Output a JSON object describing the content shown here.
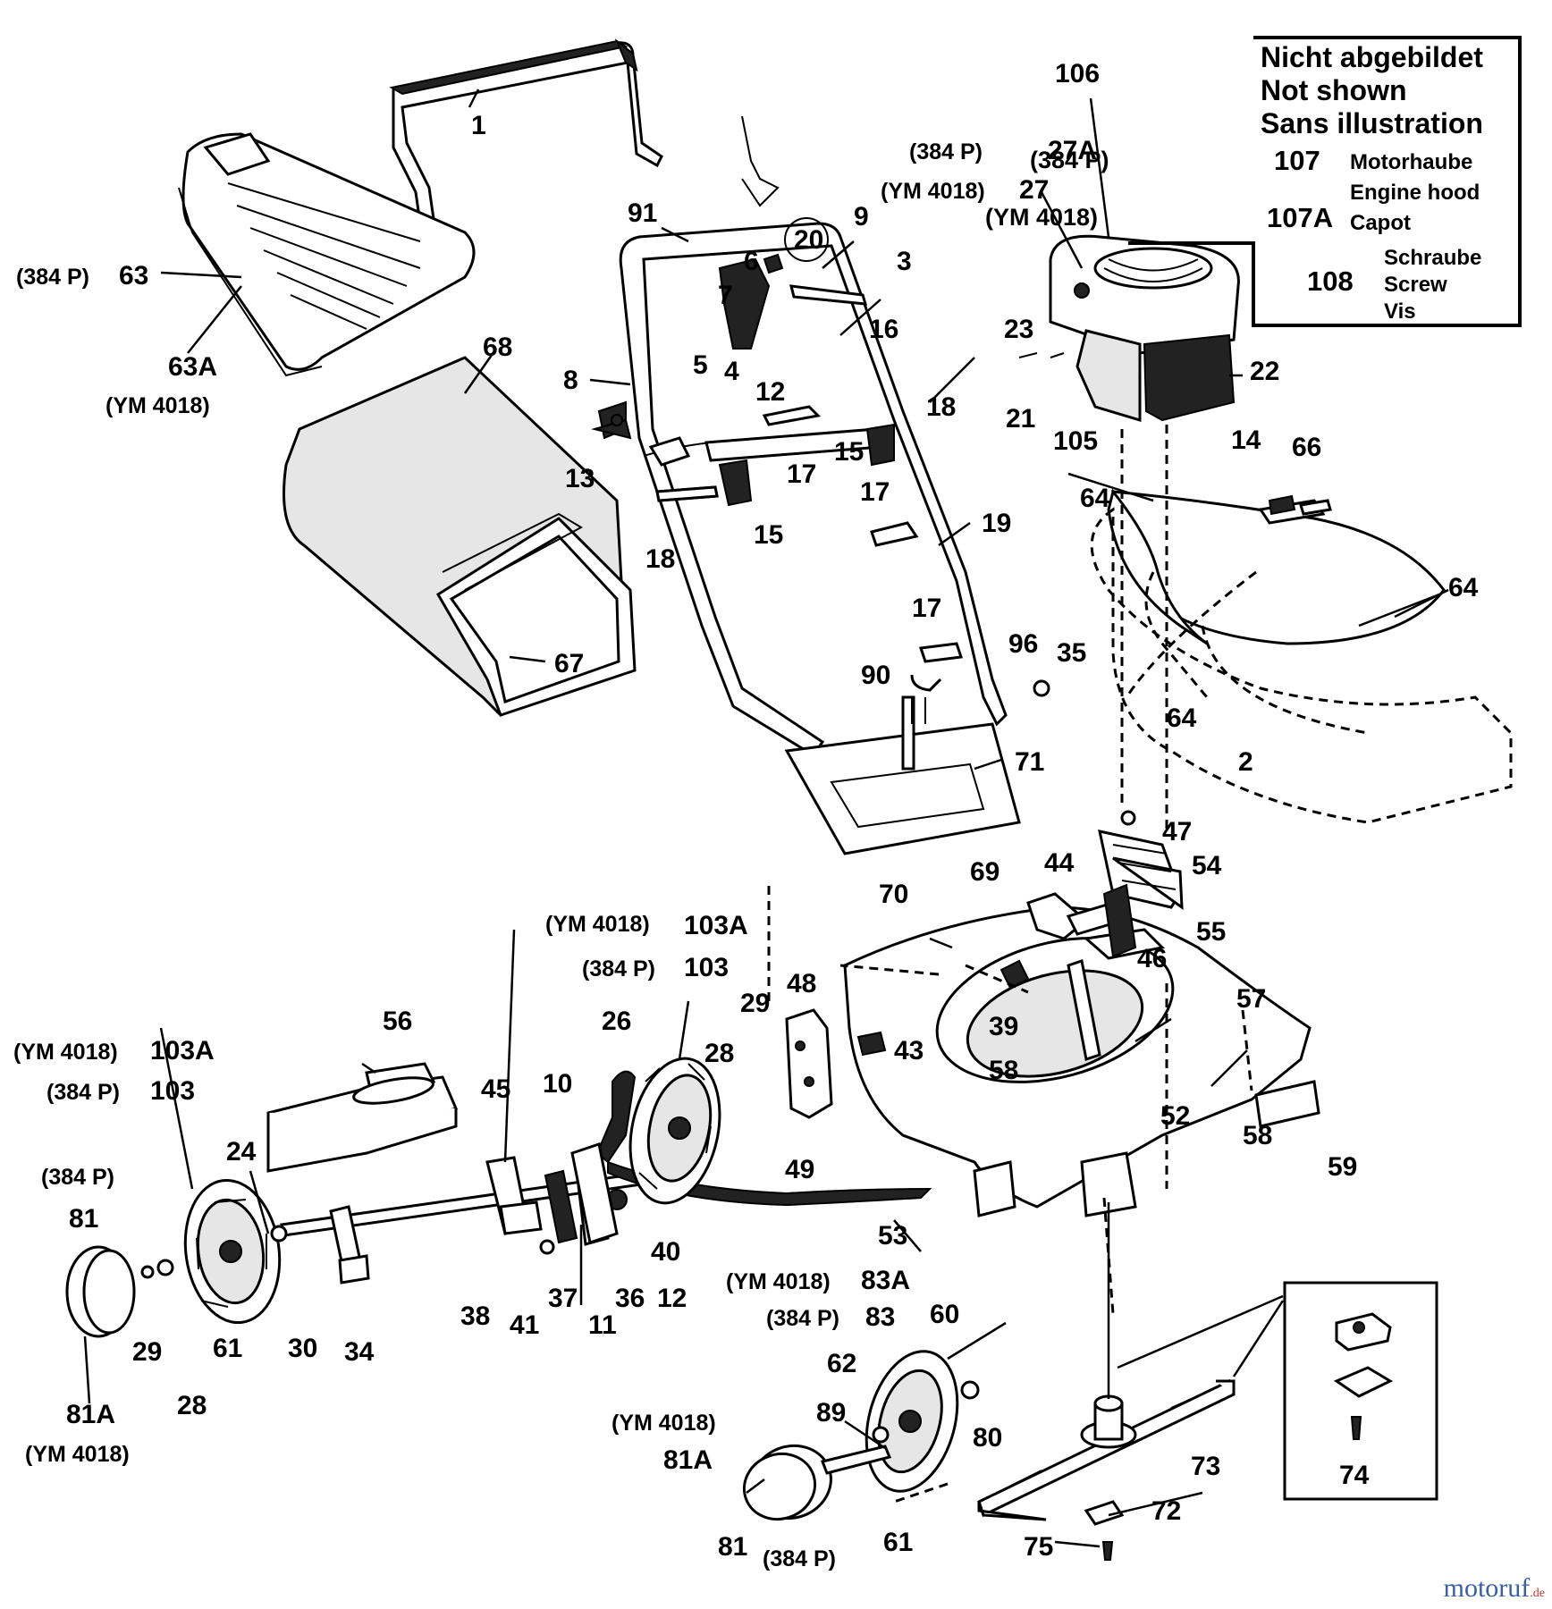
{
  "legend": {
    "heading": [
      "Nicht abgebildet",
      "Not shown",
      "Sans illustration"
    ],
    "rows": [
      {
        "model": "(384 P)",
        "number": "107",
        "desc": [
          "Motorhaube",
          "Engine hood"
        ]
      },
      {
        "model": "(YM 4018)",
        "number": "107A",
        "desc": [
          "Capot"
        ]
      },
      {
        "model": "",
        "number": "108",
        "desc": [
          "Schraube",
          "Screw",
          "Vis"
        ]
      }
    ]
  },
  "parts": [
    {
      "id": "p1",
      "text": "1"
    },
    {
      "id": "p63m",
      "text": "(384 P)"
    },
    {
      "id": "p63",
      "text": "63"
    },
    {
      "id": "p63a",
      "text": "63A"
    },
    {
      "id": "p63am",
      "text": "(YM 4018)"
    },
    {
      "id": "p68",
      "text": "68"
    },
    {
      "id": "p67",
      "text": "67"
    },
    {
      "id": "p91",
      "text": "91"
    },
    {
      "id": "p20",
      "text": "20"
    },
    {
      "id": "p9",
      "text": "9"
    },
    {
      "id": "p6",
      "text": "6"
    },
    {
      "id": "p3",
      "text": "3"
    },
    {
      "id": "p7",
      "text": "7"
    },
    {
      "id": "p16",
      "text": "16"
    },
    {
      "id": "p8",
      "text": "8"
    },
    {
      "id": "p5",
      "text": "5"
    },
    {
      "id": "p4",
      "text": "4"
    },
    {
      "id": "p12a",
      "text": "12"
    },
    {
      "id": "p18a",
      "text": "18"
    },
    {
      "id": "p13",
      "text": "13"
    },
    {
      "id": "p15a",
      "text": "15"
    },
    {
      "id": "p17a",
      "text": "17"
    },
    {
      "id": "p15b",
      "text": "15"
    },
    {
      "id": "p18b",
      "text": "18"
    },
    {
      "id": "p17b",
      "text": "17"
    },
    {
      "id": "p19",
      "text": "19"
    },
    {
      "id": "p17c",
      "text": "17"
    },
    {
      "id": "p96",
      "text": "96"
    },
    {
      "id": "p35",
      "text": "35"
    },
    {
      "id": "p90",
      "text": "90"
    },
    {
      "id": "p71",
      "text": "71"
    },
    {
      "id": "p69",
      "text": "69"
    },
    {
      "id": "p70",
      "text": "70"
    },
    {
      "id": "p106",
      "text": "106"
    },
    {
      "id": "p27am",
      "text": "(384 P)"
    },
    {
      "id": "p27a",
      "text": "27A"
    },
    {
      "id": "p27m",
      "text": "(YM 4018)"
    },
    {
      "id": "p27",
      "text": "27"
    },
    {
      "id": "p23",
      "text": "23"
    },
    {
      "id": "p22",
      "text": "22"
    },
    {
      "id": "p21",
      "text": "21"
    },
    {
      "id": "p105",
      "text": "105"
    },
    {
      "id": "p14",
      "text": "14"
    },
    {
      "id": "p66",
      "text": "66"
    },
    {
      "id": "p64a",
      "text": "64"
    },
    {
      "id": "p64b",
      "text": "64"
    },
    {
      "id": "p64c",
      "text": "64"
    },
    {
      "id": "p2",
      "text": "2"
    },
    {
      "id": "p47",
      "text": "47"
    },
    {
      "id": "p54",
      "text": "54"
    },
    {
      "id": "p44",
      "text": "44"
    },
    {
      "id": "p55",
      "text": "55"
    },
    {
      "id": "p46",
      "text": "46"
    },
    {
      "id": "p57",
      "text": "57"
    },
    {
      "id": "p39",
      "text": "39"
    },
    {
      "id": "p43",
      "text": "43"
    },
    {
      "id": "p58a",
      "text": "58"
    },
    {
      "id": "p52",
      "text": "52"
    },
    {
      "id": "p58b",
      "text": "58"
    },
    {
      "id": "p59",
      "text": "59"
    },
    {
      "id": "p48",
      "text": "48"
    },
    {
      "id": "p49",
      "text": "49"
    },
    {
      "id": "p53",
      "text": "53"
    },
    {
      "id": "p103am",
      "text": "(YM 4018)"
    },
    {
      "id": "p103a",
      "text": "103A"
    },
    {
      "id": "p103m",
      "text": "(384 P)"
    },
    {
      "id": "p103",
      "text": "103"
    },
    {
      "id": "p29a",
      "text": "29"
    },
    {
      "id": "p28a",
      "text": "28"
    },
    {
      "id": "p26",
      "text": "26"
    },
    {
      "id": "p10",
      "text": "10"
    },
    {
      "id": "p45",
      "text": "45"
    },
    {
      "id": "p56",
      "text": "56"
    },
    {
      "id": "p103bm",
      "text": "(YM 4018)"
    },
    {
      "id": "p103b",
      "text": "103A"
    },
    {
      "id": "p103cm",
      "text": "(384 P)"
    },
    {
      "id": "p103c",
      "text": "103"
    },
    {
      "id": "p24",
      "text": "24"
    },
    {
      "id": "p81m",
      "text": "(384 P)"
    },
    {
      "id": "p81",
      "text": "81"
    },
    {
      "id": "p81a",
      "text": "81A"
    },
    {
      "id": "p81am",
      "text": "(YM 4018)"
    },
    {
      "id": "p29b",
      "text": "29"
    },
    {
      "id": "p61a",
      "text": "61"
    },
    {
      "id": "p28b",
      "text": "28"
    },
    {
      "id": "p30",
      "text": "30"
    },
    {
      "id": "p34",
      "text": "34"
    },
    {
      "id": "p38",
      "text": "38"
    },
    {
      "id": "p41",
      "text": "41"
    },
    {
      "id": "p37",
      "text": "37"
    },
    {
      "id": "p11",
      "text": "11"
    },
    {
      "id": "p36",
      "text": "36"
    },
    {
      "id": "p12b",
      "text": "12"
    },
    {
      "id": "p40",
      "text": "40"
    },
    {
      "id": "p83am",
      "text": "(YM 4018)"
    },
    {
      "id": "p83a",
      "text": "83A"
    },
    {
      "id": "p83m",
      "text": "(384 P)"
    },
    {
      "id": "p83",
      "text": "83"
    },
    {
      "id": "p60",
      "text": "60"
    },
    {
      "id": "p62",
      "text": "62"
    },
    {
      "id": "p89",
      "text": "89"
    },
    {
      "id": "p80",
      "text": "80"
    },
    {
      "id": "p73",
      "text": "73"
    },
    {
      "id": "p72",
      "text": "72"
    },
    {
      "id": "p75",
      "text": "75"
    },
    {
      "id": "p74",
      "text": "74"
    },
    {
      "id": "p81bm",
      "text": "(YM 4018)"
    },
    {
      "id": "p81b",
      "text": "81A"
    },
    {
      "id": "p81c",
      "text": "81"
    },
    {
      "id": "p81cm",
      "text": "(384 P)"
    },
    {
      "id": "p61b",
      "text": "61"
    }
  ],
  "watermark": {
    "brand": "motoruf",
    "suffix": ".de"
  }
}
